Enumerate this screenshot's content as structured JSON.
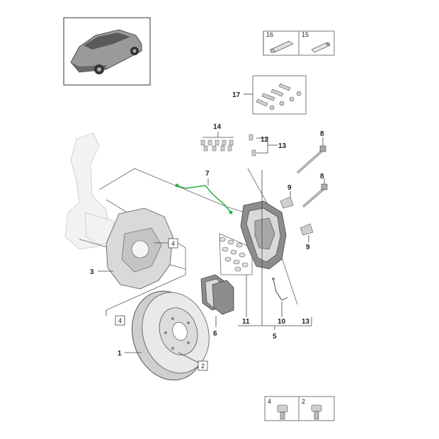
{
  "diagram": {
    "accent_color": "#2db34a",
    "callouts": {
      "c1": "1",
      "c2": "2",
      "c3": "3",
      "c4a": "4",
      "c4b": "4",
      "c5": "5",
      "c6": "6",
      "c7": "7",
      "c8a": "8",
      "c8b": "8",
      "c9a": "9",
      "c9b": "9",
      "c10": "10",
      "c11": "11",
      "c12": "12",
      "c13a": "13",
      "c13b": "13",
      "c14": "14",
      "c17": "17"
    },
    "top_inset": {
      "label_left": "16",
      "label_right": "15"
    },
    "bottom_inset": {
      "label_left": "4",
      "label_right": "2"
    }
  }
}
